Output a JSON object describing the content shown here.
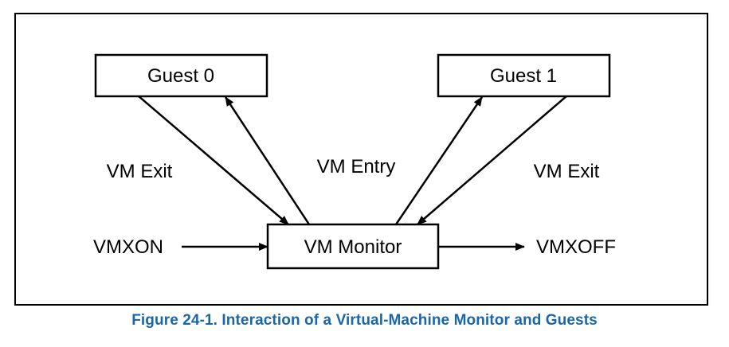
{
  "nodes": {
    "guest0": "Guest 0",
    "guest1": "Guest 1",
    "monitor": "VM Monitor"
  },
  "labels": {
    "vm_exit_left": "VM Exit",
    "vm_entry": "VM Entry",
    "vm_exit_right": "VM Exit",
    "vmxon": "VMXON",
    "vmxoff": "VMXOFF"
  },
  "caption": "Figure 24-1.  Interaction of a Virtual-Machine Monitor and Guests",
  "colors": {
    "caption": "#1a67a8",
    "lines": "#000000"
  }
}
